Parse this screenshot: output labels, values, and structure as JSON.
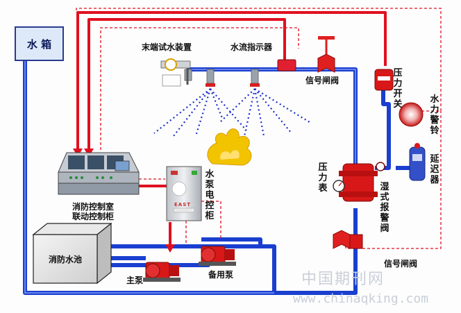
{
  "labels": {
    "water_tank": "水 箱",
    "end_test_device": "末端试水装置",
    "flow_indicator": "水流指示器",
    "signal_gate_valve_top": "信号闸阀",
    "pressure_switch": "压力开关",
    "hydraulic_alarm_bell": "水力警铃",
    "delay_device": "延迟器",
    "pressure_gauge": "压力表",
    "wet_alarm_valve": "湿式报警阀",
    "fire_control_room_line1": "消防控制室",
    "fire_control_room_line2": "联动控制柜",
    "pump_control_cabinet": "水泵电控柜",
    "fire_pool": "消防水池",
    "main_pump": "主泵",
    "standby_pump": "备用泵",
    "signal_gate_valve_bottom": "信号闸阀"
  },
  "watermark": {
    "cn": "中国期刊网",
    "url": "www.chinaqking.com"
  },
  "cabinet_brand": "EAST",
  "colors": {
    "supply_pipe": "#1a3fd0",
    "signal_line": "#e01020",
    "pump": "#d81818",
    "valve": "#e02020",
    "tank_fill": "#dde9f8",
    "spray": "#1a30c8",
    "fire": "#f2c400"
  }
}
